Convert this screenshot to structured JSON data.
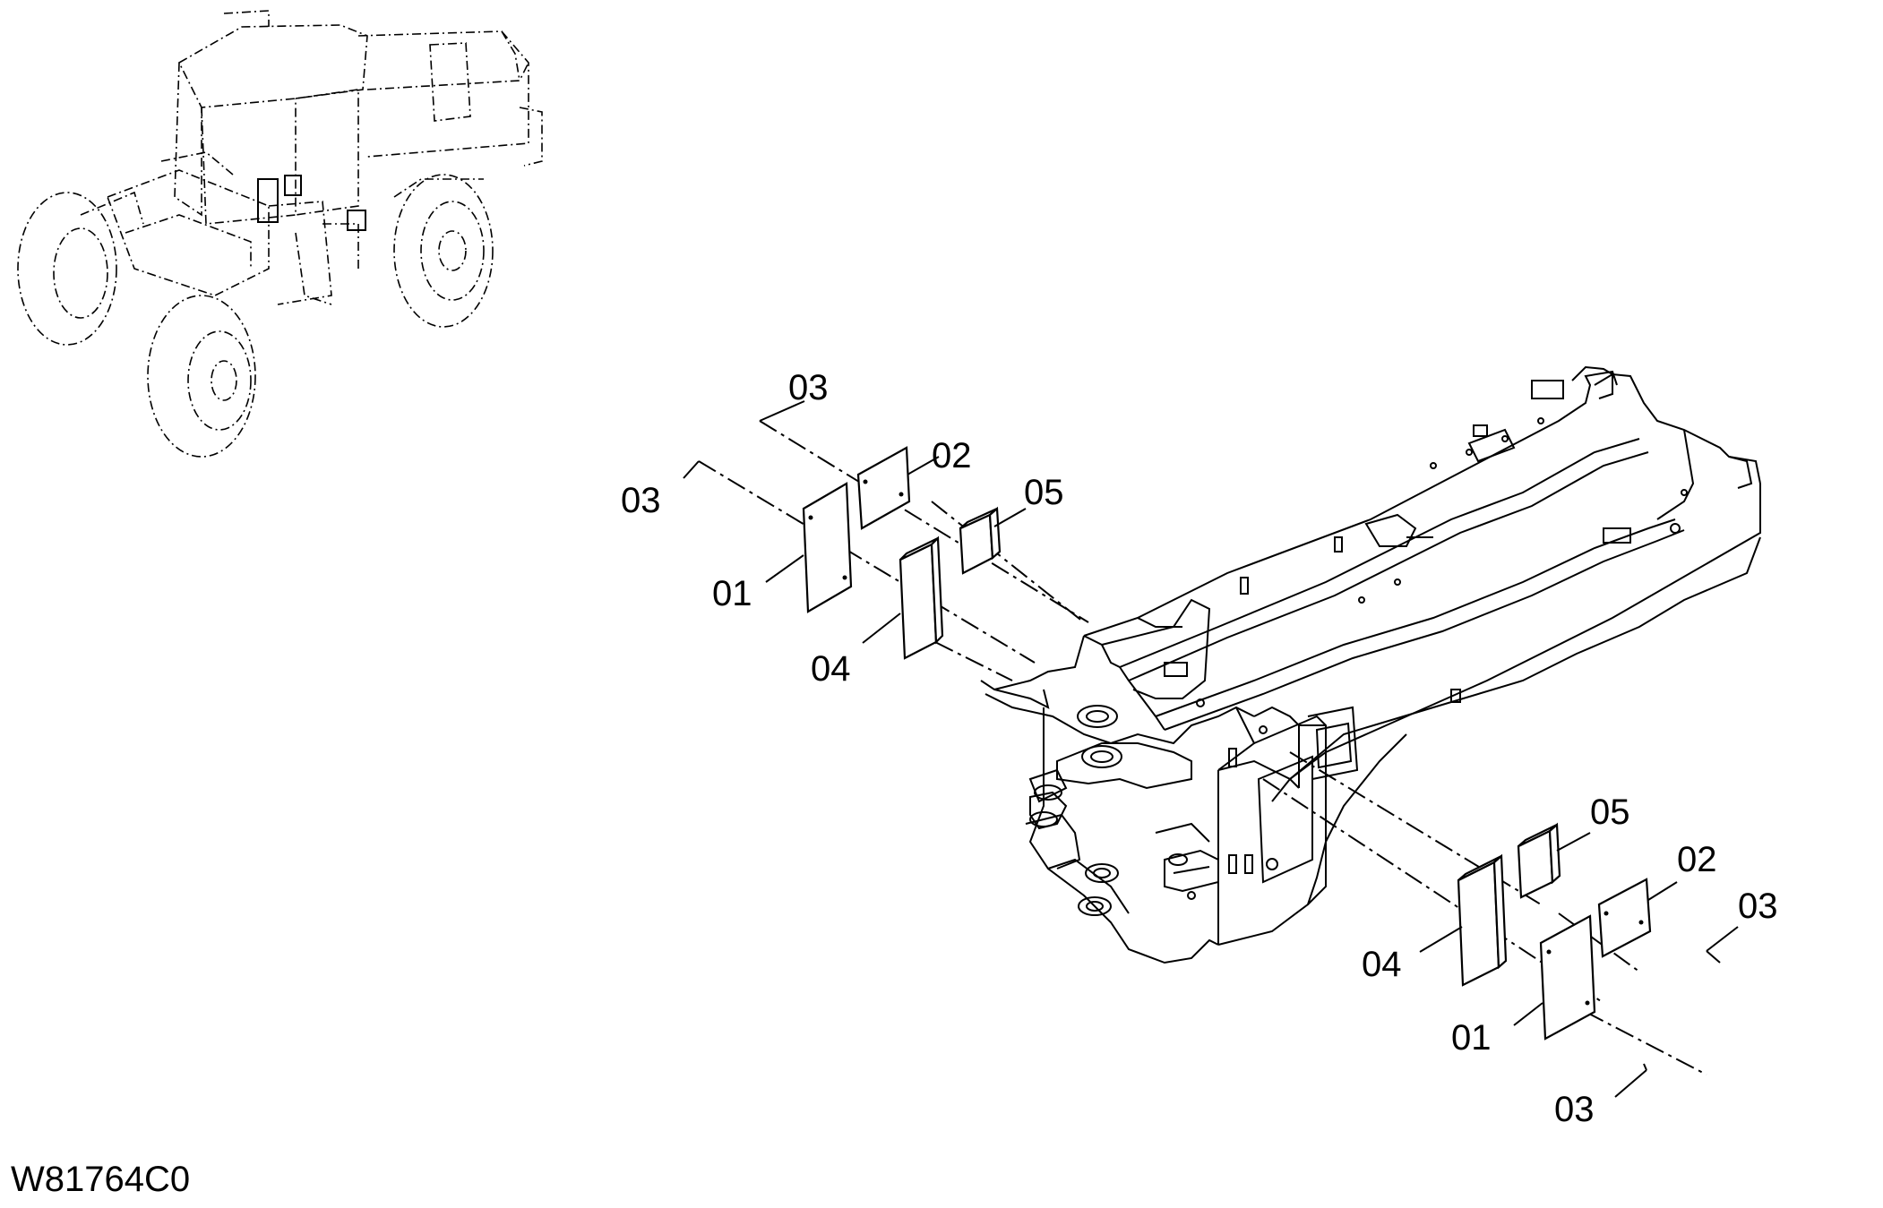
{
  "drawing_code": "W81764C0",
  "callouts": [
    {
      "id": "c1",
      "text": "03"
    },
    {
      "id": "c2",
      "text": "03"
    },
    {
      "id": "c3",
      "text": "02"
    },
    {
      "id": "c4",
      "text": "05"
    },
    {
      "id": "c5",
      "text": "01"
    },
    {
      "id": "c6",
      "text": "04"
    },
    {
      "id": "c7",
      "text": "05"
    },
    {
      "id": "c8",
      "text": "02"
    },
    {
      "id": "c9",
      "text": "03"
    },
    {
      "id": "c10",
      "text": "04"
    },
    {
      "id": "c11",
      "text": "01"
    },
    {
      "id": "c12",
      "text": "03"
    }
  ]
}
